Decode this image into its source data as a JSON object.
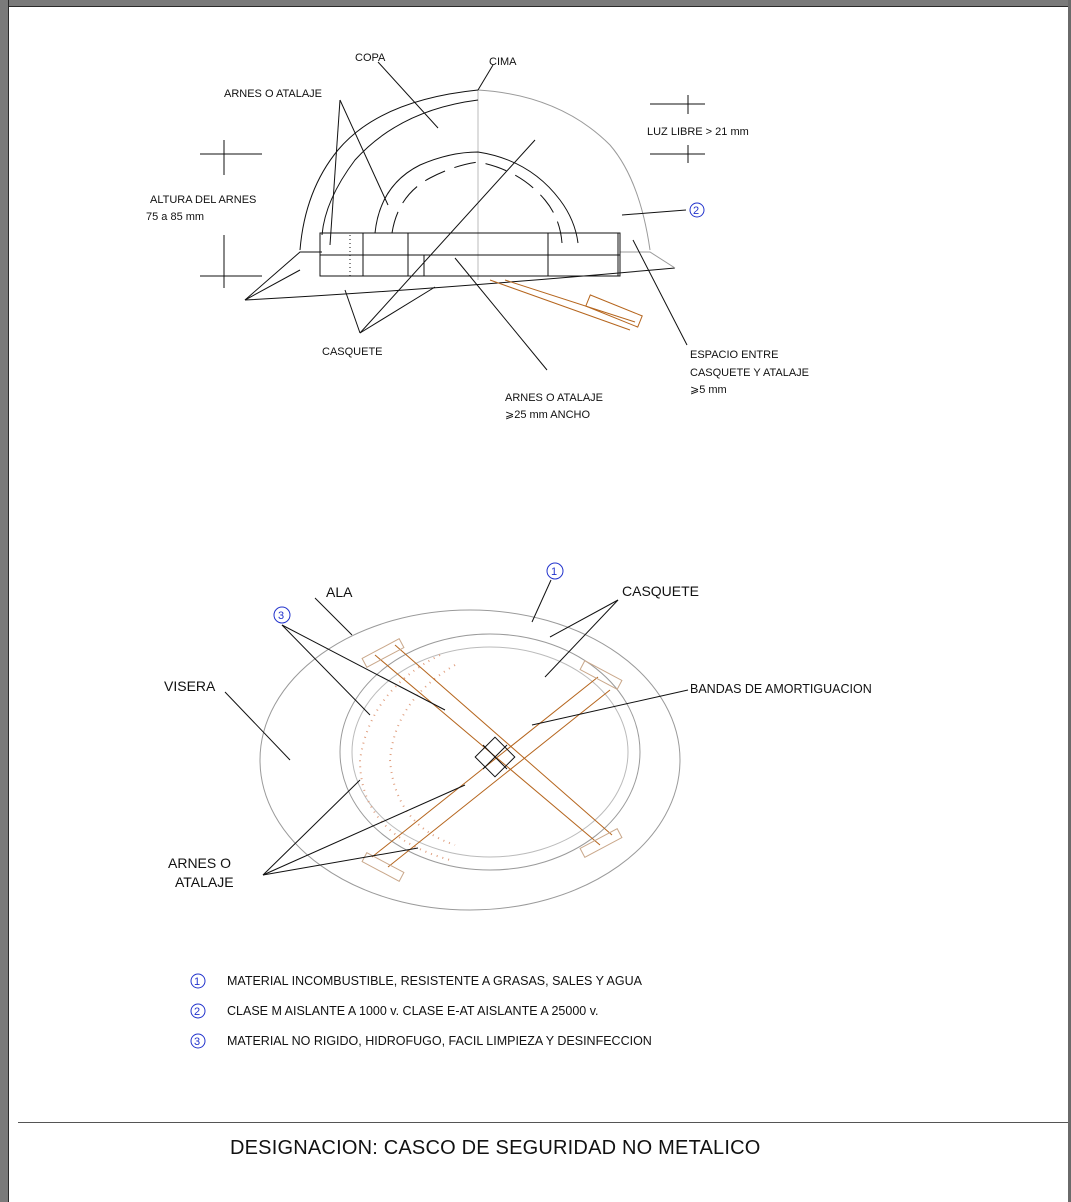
{
  "side_view": {
    "labels": {
      "copa": "COPA",
      "cima": "CIMA",
      "arnes_top": "ARNES O ATALAJE",
      "luz_libre": "LUZ LIBRE > 21 mm",
      "altura_line1": "ALTURA DEL ARNES",
      "altura_line2": "75 a 85 mm",
      "marker2": "2",
      "casquete": "CASQUETE",
      "espacio_line1": "ESPACIO ENTRE",
      "espacio_line2": "CASQUETE Y ATALAJE",
      "espacio_line3": "⩾5 mm",
      "arnes_bottom_line1": "ARNES O ATALAJE",
      "arnes_bottom_line2": "⩾25 mm ANCHO"
    }
  },
  "top_view": {
    "labels": {
      "marker1": "1",
      "ala": "ALA",
      "casquete": "CASQUETE",
      "marker3": "3",
      "visera": "VISERA",
      "bandas": "BANDAS  DE  AMORTIGUACION",
      "arnes_line1": "ARNES O",
      "arnes_line2": "ATALAJE"
    }
  },
  "notes": [
    {
      "marker": "1",
      "text": "MATERIAL INCOMBUSTIBLE, RESISTENTE A GRASAS, SALES Y AGUA"
    },
    {
      "marker": "2",
      "text": "CLASE M AISLANTE A 1000 v. CLASE E-AT AISLANTE A 25000 v."
    },
    {
      "marker": "3",
      "text": "MATERIAL NO RIGIDO, HIDROFUGO, FACIL LIMPIEZA Y DESINFECCION"
    }
  ],
  "designation": "DESIGNACION:  CASCO DE SEGURIDAD NO METALICO",
  "colors": {
    "line": "#111111",
    "marker": "#2233cc",
    "harness": "#b5651d",
    "shell": "#9a9a9a"
  }
}
